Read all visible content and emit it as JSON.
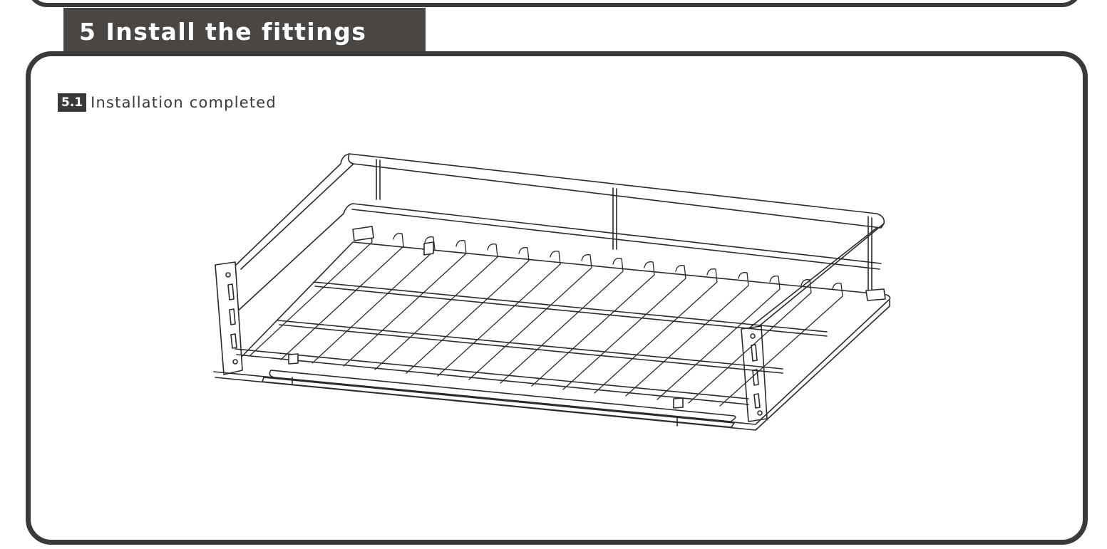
{
  "section": {
    "number": "5",
    "title": "Install the fittings",
    "heading": "5  Install the fittings"
  },
  "step": {
    "number": "5.1",
    "label": "Installation completed"
  },
  "figure": {
    "subject": "wire basket drawer",
    "line_color": "#2b2b2b",
    "accent": "#3a3a3a"
  }
}
